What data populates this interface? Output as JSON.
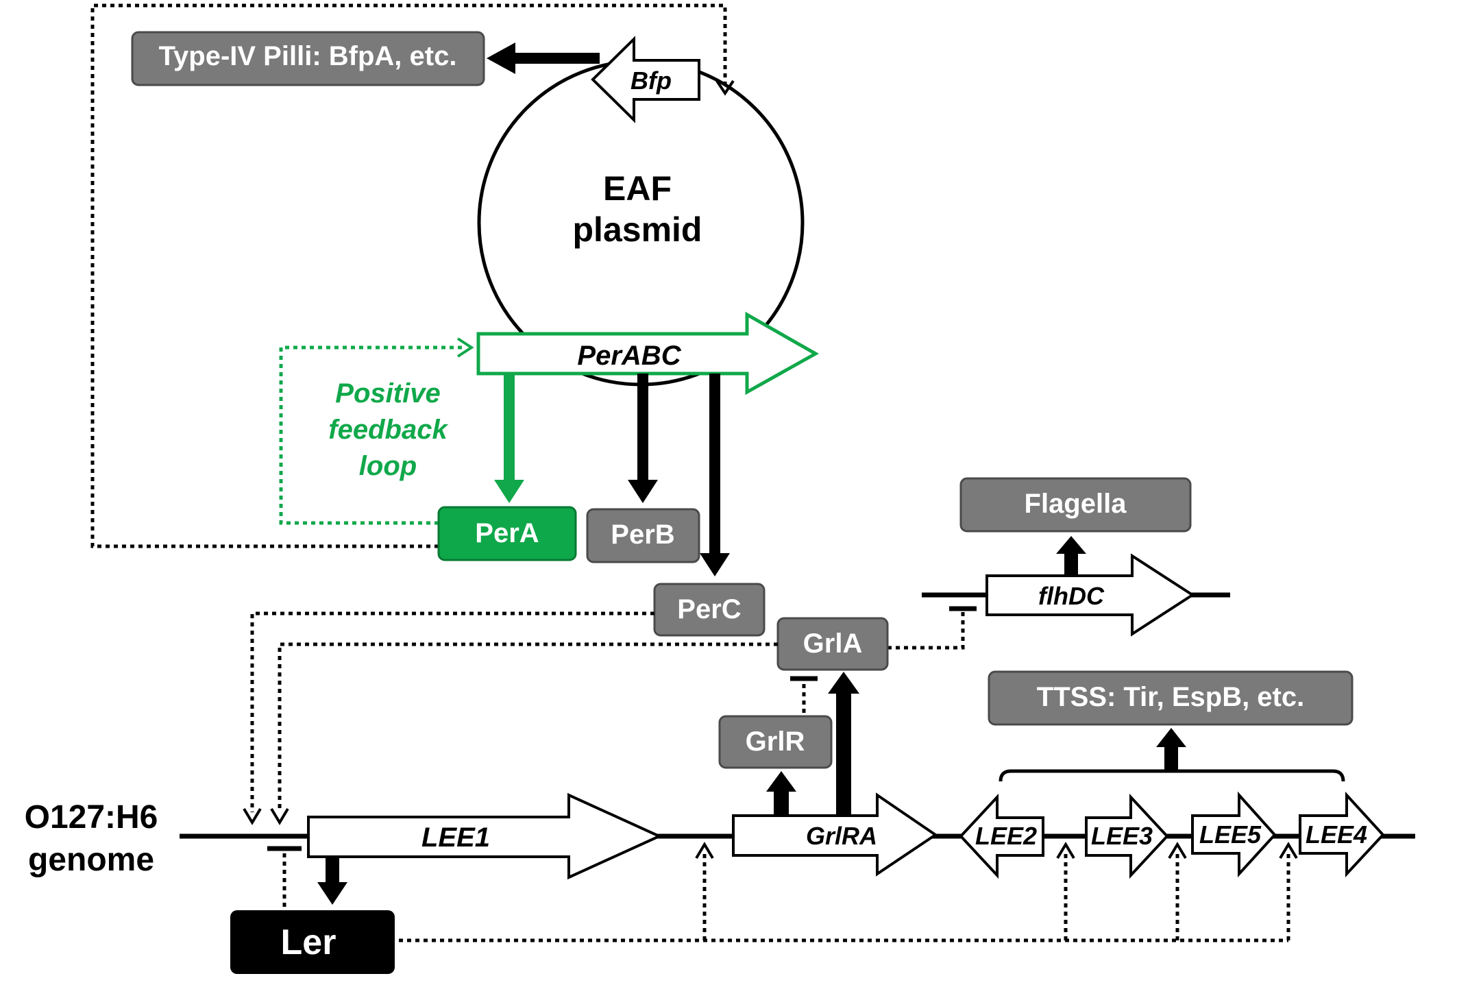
{
  "plasmid": {
    "line1": "EAF",
    "line2": "plasmid"
  },
  "genes": {
    "bfp": "Bfp",
    "perabc": "PerABC",
    "lee1": "LEE1",
    "grlra": "GrlRA",
    "lee2": "LEE2",
    "lee3": "LEE3",
    "lee5": "LEE5",
    "lee4": "LEE4",
    "flhdc": "flhDC"
  },
  "proteins": {
    "pilli": "Type-IV Pilli: BfpA, etc.",
    "pera": "PerA",
    "perb": "PerB",
    "perc": "PerC",
    "grla": "GrlA",
    "grlr": "GrlR",
    "flagella": "Flagella",
    "ttss": "TTSS: Tir, EspB, etc.",
    "ler": "Ler"
  },
  "feedback": {
    "line1": "Positive",
    "line2": "feedback",
    "line3": "loop"
  },
  "genome": {
    "line1": "O127:H6",
    "line2": "genome"
  },
  "colors": {
    "green": "#10a84a",
    "gray": "#7a7a7a",
    "black": "#000000"
  }
}
